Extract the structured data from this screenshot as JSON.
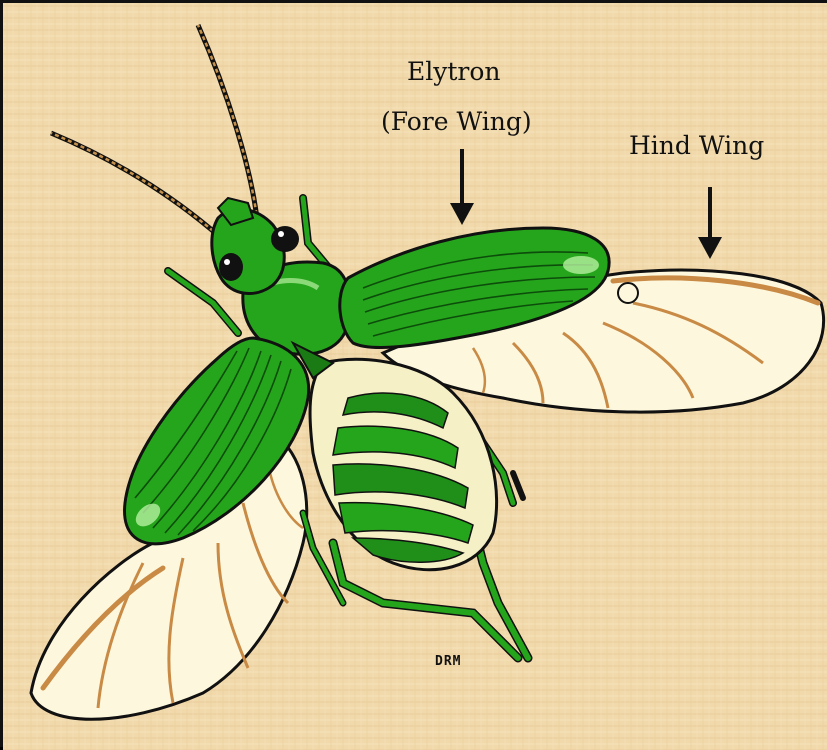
{
  "labels": {
    "elytron": "Elytron",
    "fore_wing": "(Fore Wing)",
    "hind_wing": "Hind Wing",
    "signature": "DRM"
  },
  "colors": {
    "background": "#f1d9ab",
    "border": "#111111",
    "body_green": "#25a51c",
    "dark_green": "#1a7a14",
    "wing_membrane": "#fdf8dd",
    "wing_vein": "#c88a45",
    "abdomen_cream": "#f6f0c6"
  }
}
